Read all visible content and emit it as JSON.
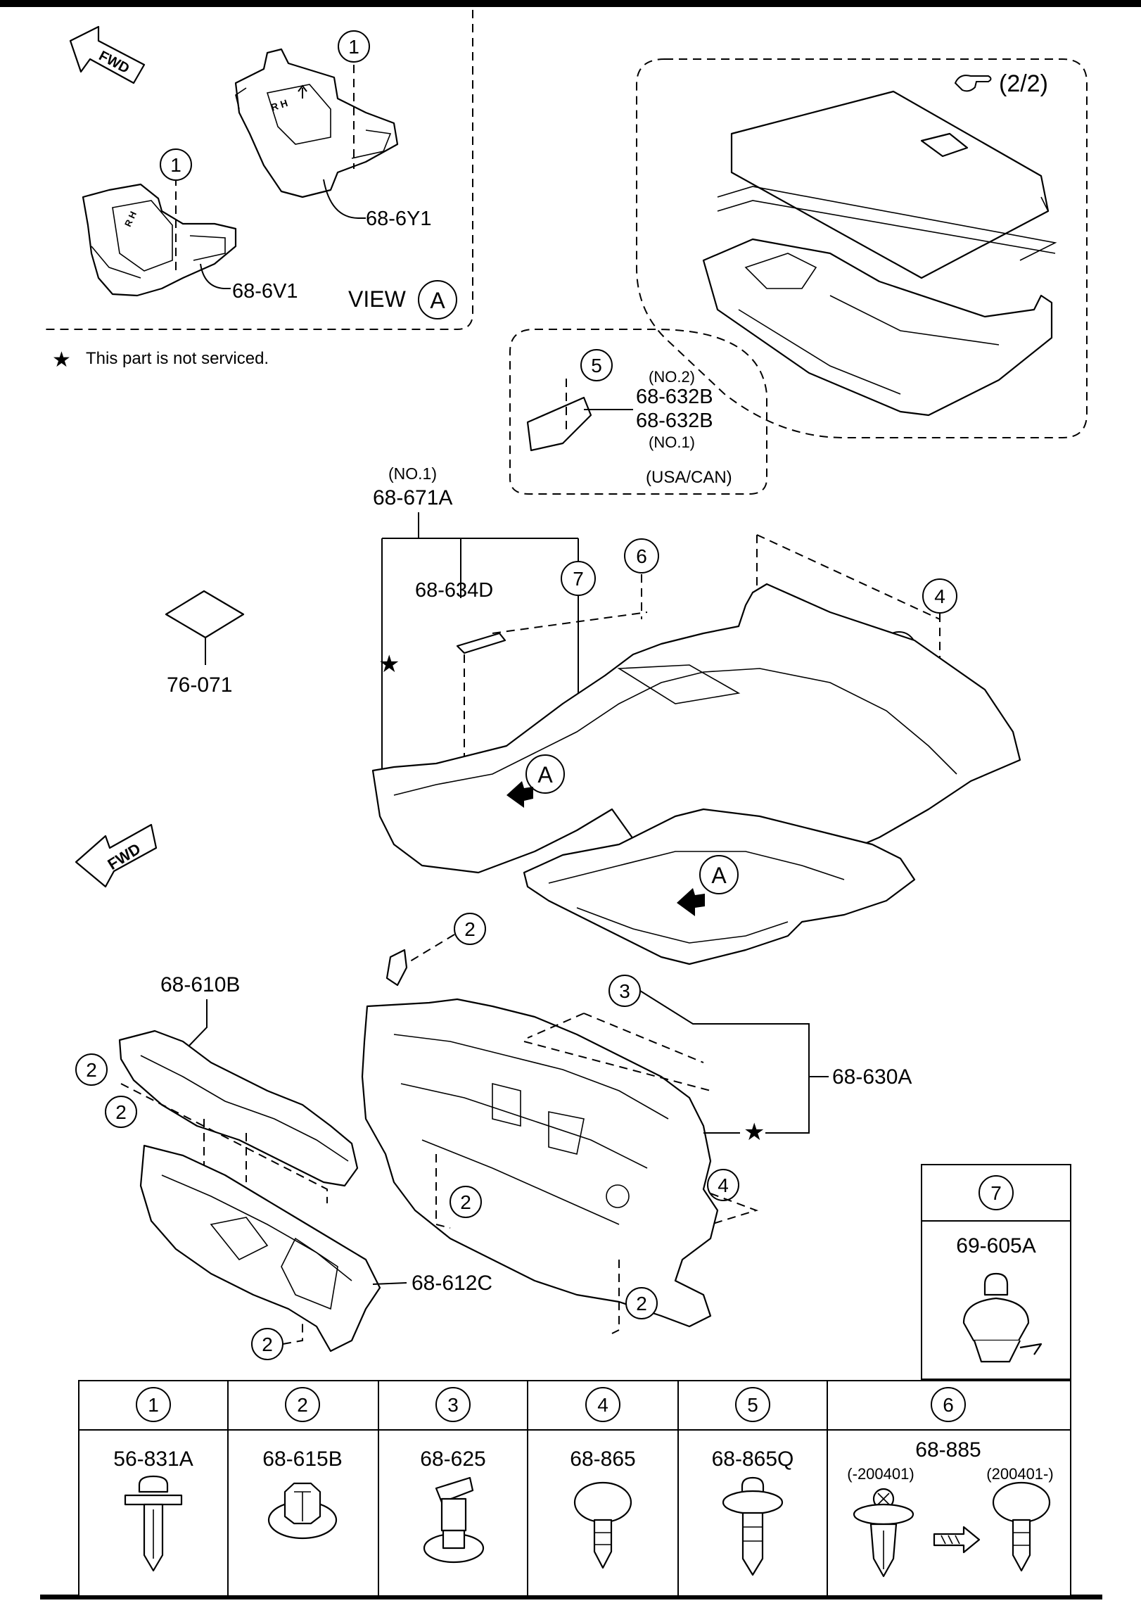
{
  "view_a": {
    "callout": "VIEW",
    "letter": "A",
    "parts": [
      "68-6Y1",
      "68-6V1"
    ],
    "rh_mark": "R H",
    "fwd": "FWD"
  },
  "legend_note": {
    "star": "★",
    "text": "This part is not serviced."
  },
  "page_ref": {
    "text": "(2/2)"
  },
  "inset5": {
    "no2": "(NO.2)",
    "part_a": "68-632B",
    "part_b": "68-632B",
    "no1": "(NO.1)",
    "market": "(USA/CAN)"
  },
  "parts": {
    "floor_no": "(NO.1)",
    "floor": "68-671A",
    "heat": "68-634D",
    "pad": "76-071",
    "dash_upper": "68-610B",
    "dash_lower": "68-612C",
    "dash_insul": "68-630A",
    "fwd": "FWD",
    "star": "★",
    "view_letter": "A"
  },
  "callouts": [
    "1",
    "2",
    "3",
    "4",
    "5",
    "6",
    "7"
  ],
  "fastener_7": {
    "num": "7",
    "part": "69-605A"
  },
  "fastener_table": [
    {
      "num": "1",
      "part": "56-831A"
    },
    {
      "num": "2",
      "part": "68-615B"
    },
    {
      "num": "3",
      "part": "68-625"
    },
    {
      "num": "4",
      "part": "68-865"
    },
    {
      "num": "5",
      "part": "68-865Q"
    },
    {
      "num": "6",
      "part": "68-885",
      "old": "(-200401)",
      "new": "(200401-)"
    }
  ]
}
